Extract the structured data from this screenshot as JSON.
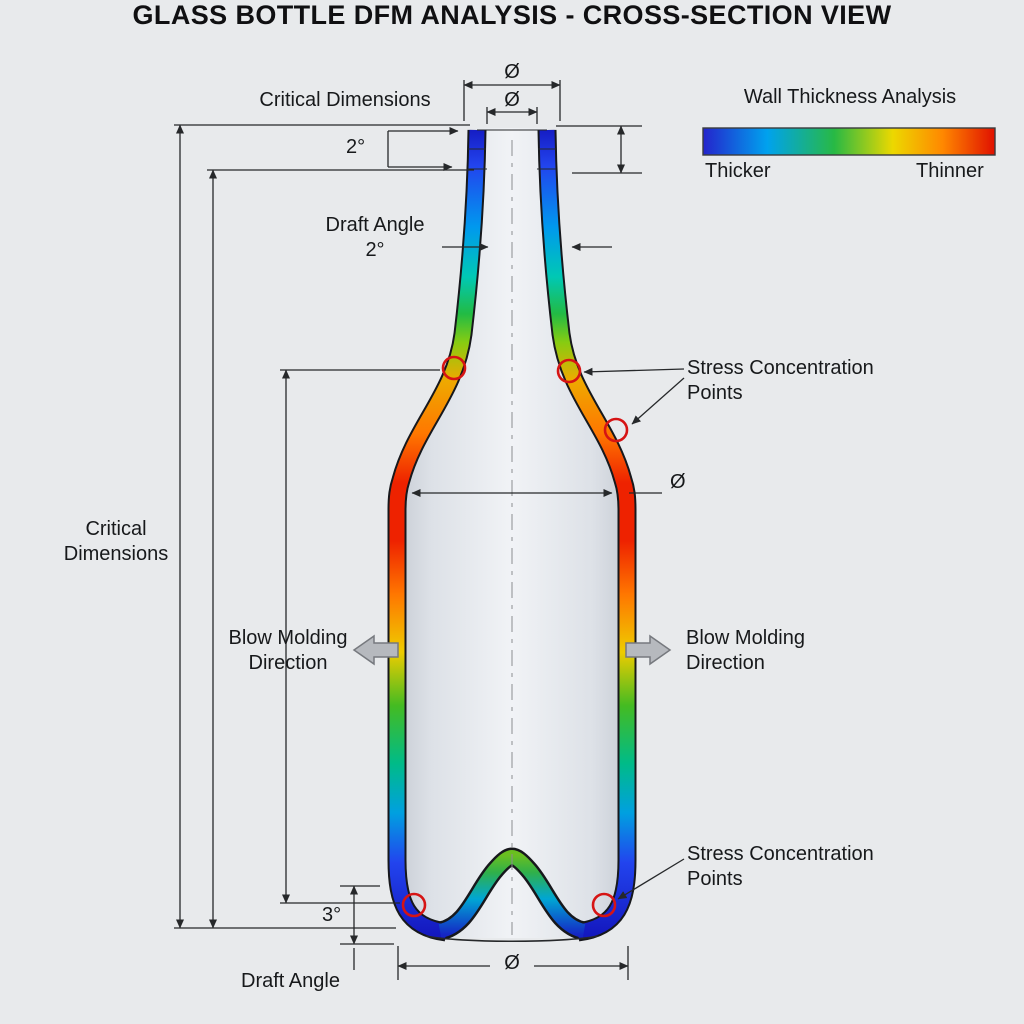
{
  "title": "GLASS BOTTLE DFM ANALYSIS - CROSS-SECTION VIEW",
  "legend": {
    "title": "Wall Thickness Analysis",
    "thicker": "Thicker",
    "thinner": "Thinner",
    "gradient": [
      "#2424cc",
      "#00a2ee",
      "#28b944",
      "#ecd800",
      "#ff8800",
      "#e01000"
    ]
  },
  "annotations": {
    "critical_dimensions_top": "Critical Dimensions",
    "critical_dimensions_side": [
      "Critical",
      "Dimensions"
    ],
    "neck_draft_value": "2°",
    "neck_draft_label": [
      "Draft Angle",
      "2°"
    ],
    "stress_top": [
      "Stress Concentration",
      "Points"
    ],
    "stress_bottom": [
      "Stress Concentration",
      "Points"
    ],
    "blow_left": [
      "Blow Molding",
      "Direction"
    ],
    "blow_right": [
      "Blow Molding",
      "Direction"
    ],
    "base_draft_value": "3°",
    "base_draft_label": "Draft Angle",
    "dia_neck_outer": "Ø",
    "dia_neck_inner": "Ø",
    "dia_body": "Ø",
    "dia_base": "Ø"
  },
  "colors": {
    "background": "#e8eaec",
    "stress_marker": "#d61414",
    "dimension_line": "#26282a",
    "wall_scale": [
      "#1212b8",
      "#0099ee",
      "#22bb44",
      "#eecc00",
      "#ff7700",
      "#ee2200"
    ]
  }
}
